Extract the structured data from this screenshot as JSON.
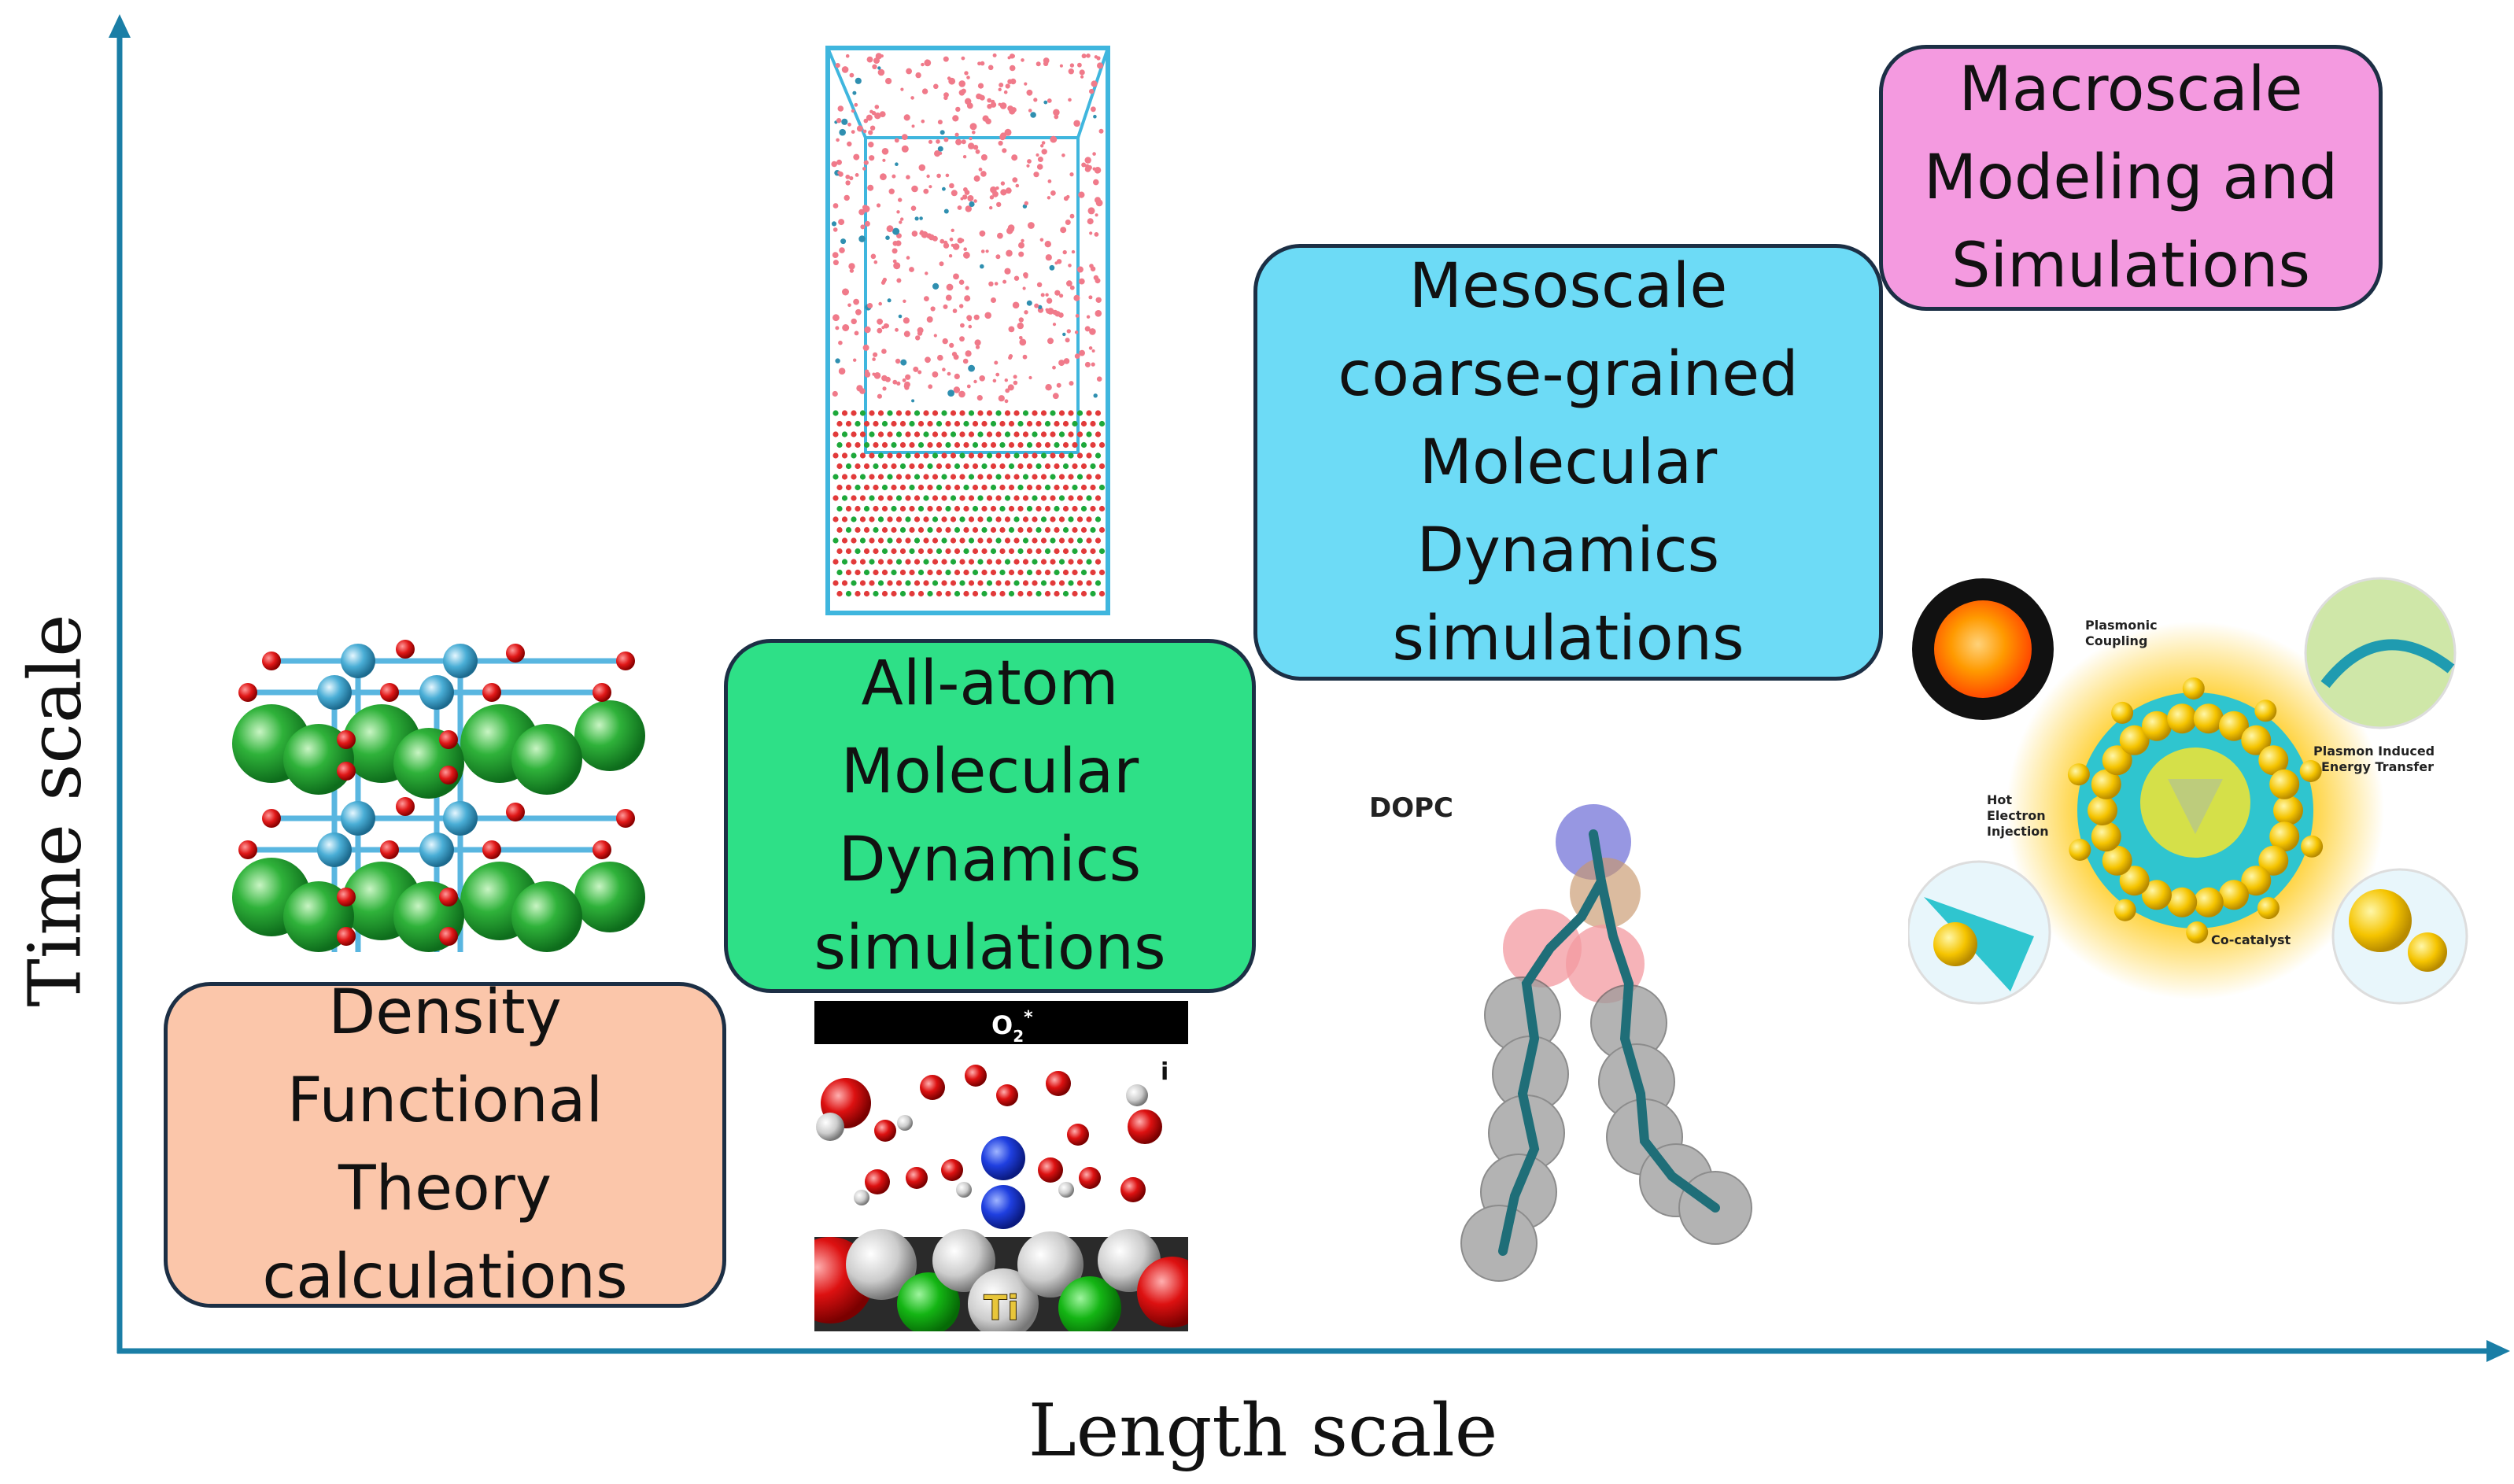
{
  "axes": {
    "x_label": "Length scale",
    "y_label": "Time scale",
    "color": "#1a7ea6"
  },
  "boxes": {
    "dft": {
      "lines": [
        "Density",
        "Functional",
        "Theory",
        "calculations"
      ],
      "color": "#fbc6aa"
    },
    "allatom": {
      "lines": [
        "All-atom",
        "Molecular",
        "Dynamics",
        "simulations"
      ],
      "color": "#2ee087"
    },
    "meso": {
      "lines": [
        "Mesoscale",
        "coarse-grained",
        "Molecular",
        "Dynamics",
        "simulations"
      ],
      "color": "#6ddbf6"
    },
    "macro": {
      "lines": [
        "Macroscale",
        "Modeling and",
        "Simulations"
      ],
      "color": "#f49ae0"
    }
  },
  "images": {
    "surface_label": "O",
    "surface_super": "2",
    "surface_star": "*",
    "surface_panel": "i",
    "surface_metal": "Ti",
    "lipid_label": "DOPC",
    "plasmonic": {
      "coupling": "Plasmonic\nCoupling",
      "energy_transfer": "Plasmon Induced\nEnergy Transfer",
      "hot_electron": "Hot\nElectron\nInjection",
      "cocatalyst": "Co-catalyst"
    }
  }
}
